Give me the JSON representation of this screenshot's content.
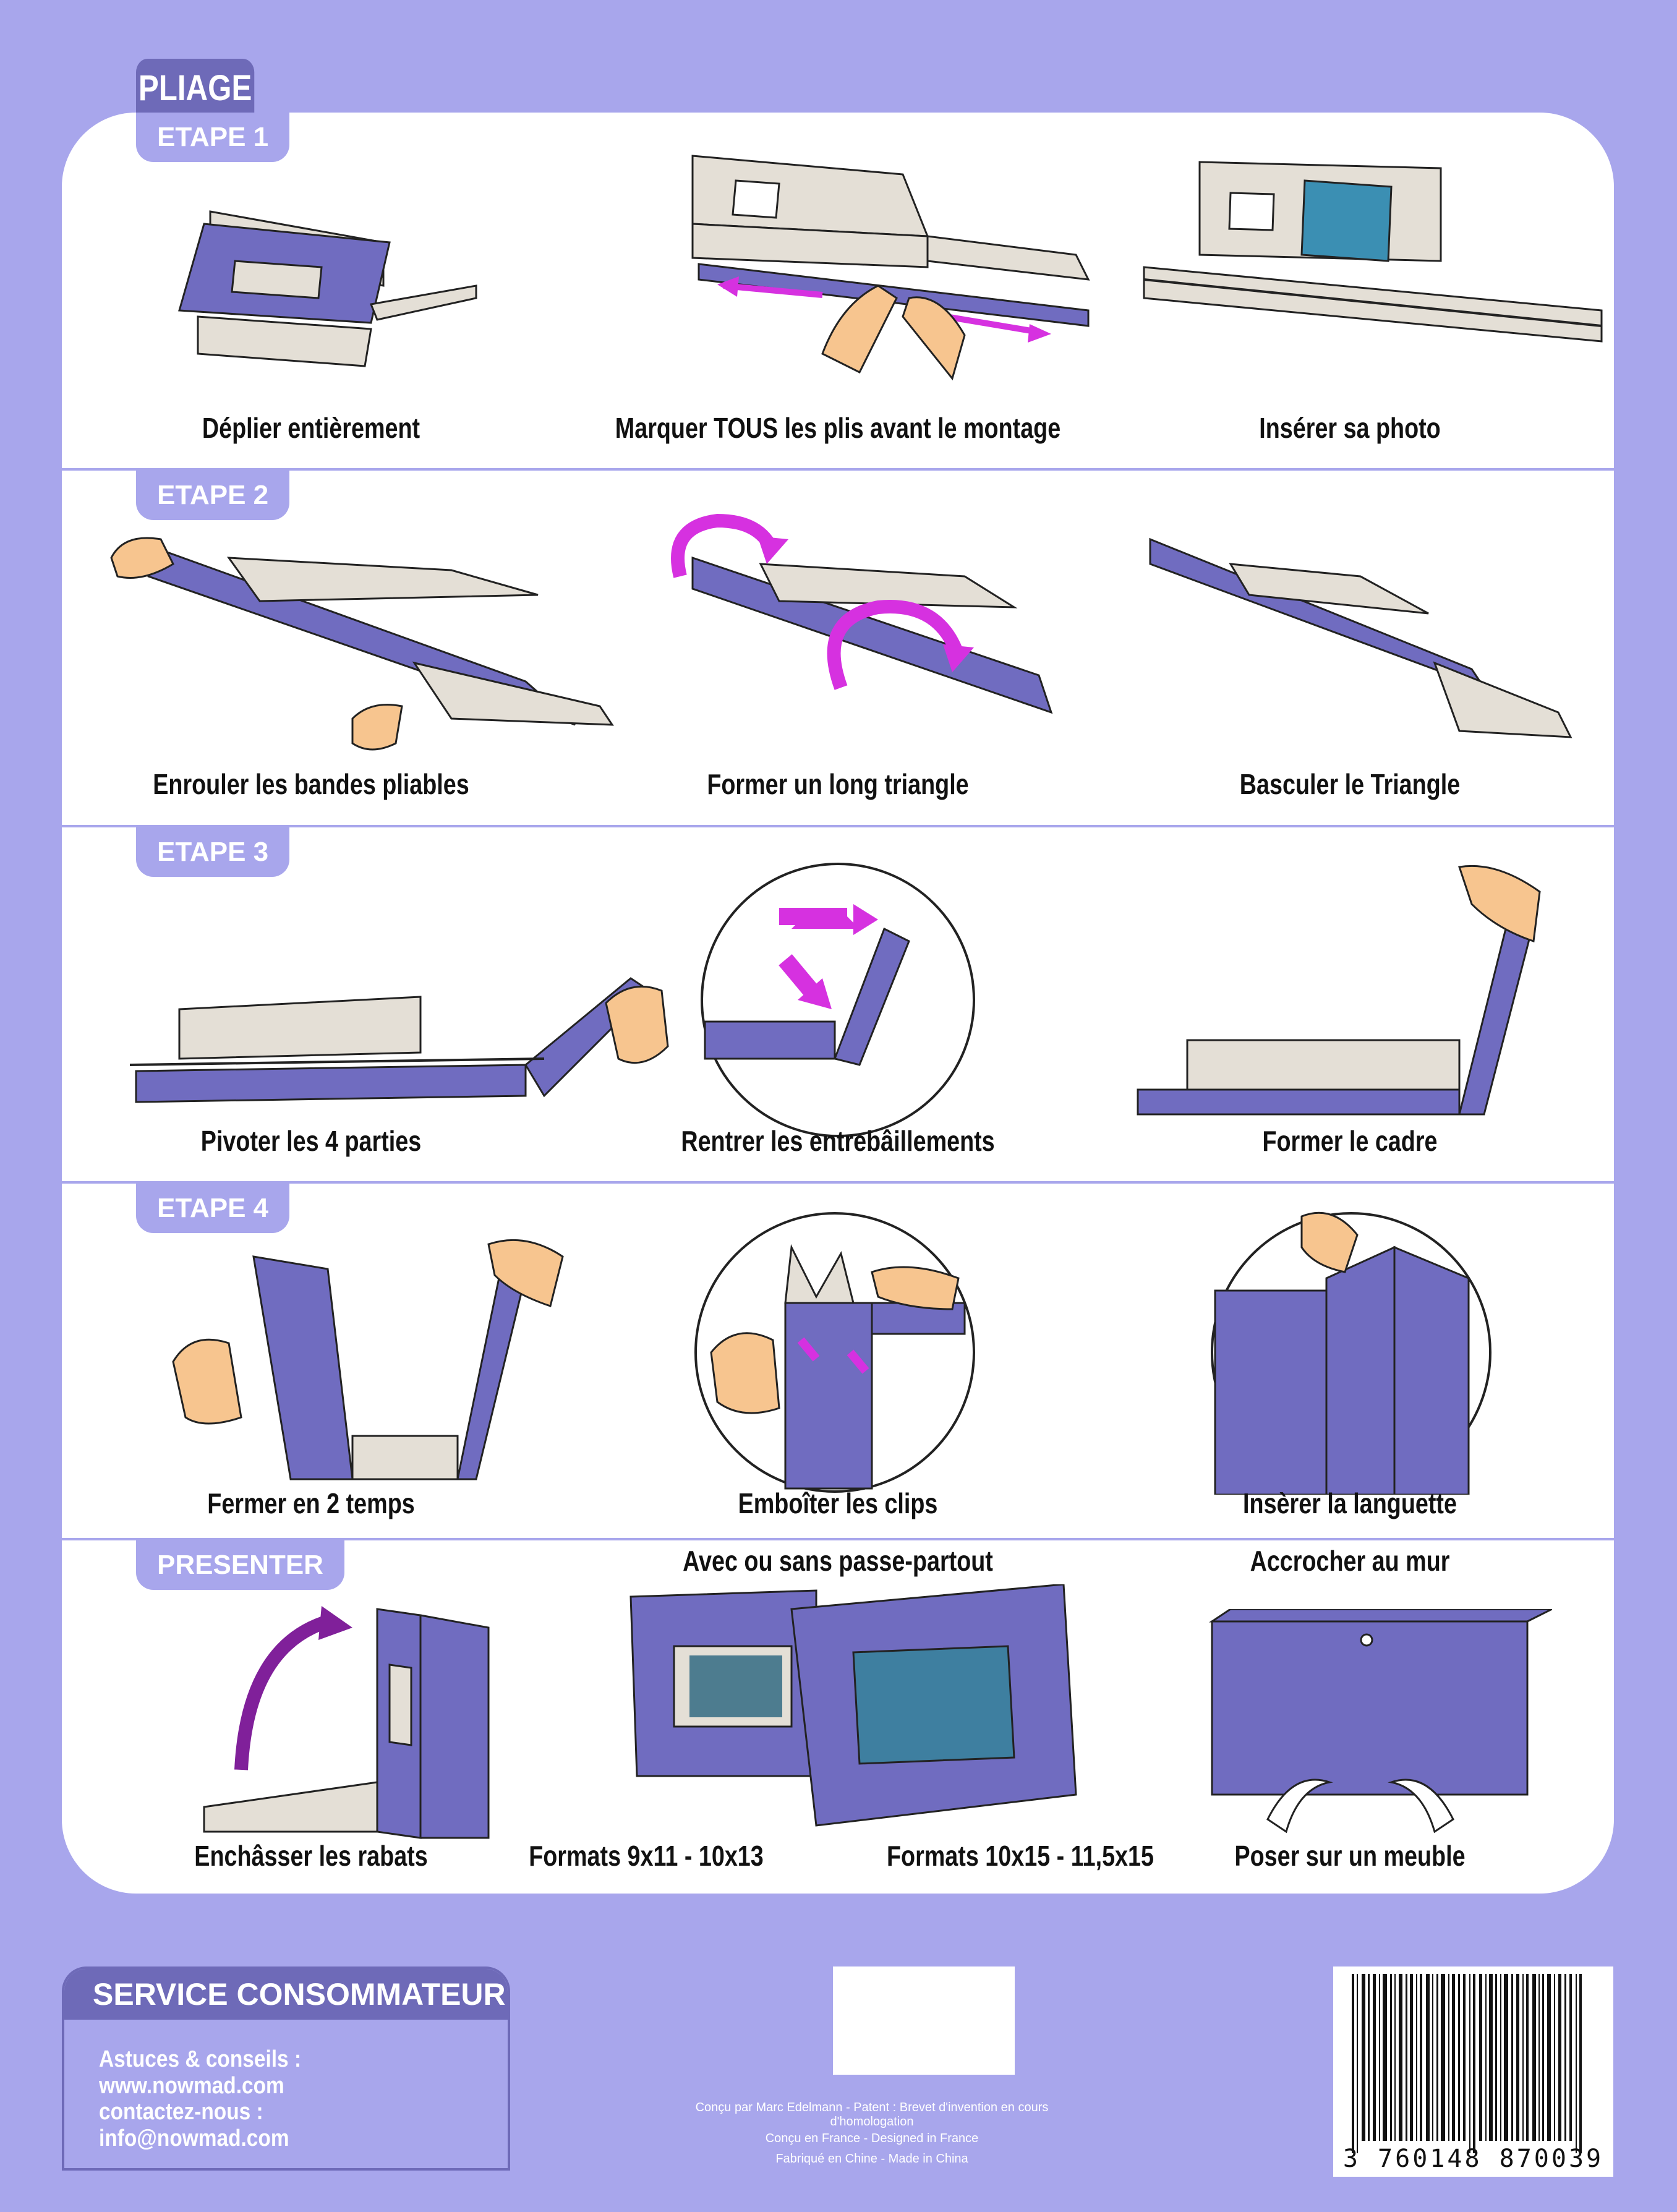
{
  "header": {
    "title": "PLIAGE"
  },
  "steps": [
    {
      "label": "ETAPE 1",
      "captions": [
        "Déplier entièrement",
        "Marquer TOUS les plis avant le montage",
        "Insérer sa photo"
      ]
    },
    {
      "label": "ETAPE 2",
      "captions": [
        "Enrouler les bandes pliables",
        "Former un long triangle",
        "Basculer le Triangle"
      ]
    },
    {
      "label": "ETAPE 3",
      "captions": [
        "Pivoter les 4 parties",
        "Rentrer  les entrebâillements",
        "Former le cadre"
      ]
    },
    {
      "label": "ETAPE 4",
      "captions": [
        "Fermer en 2 temps",
        "Emboîter les clips",
        "Insèrer la languette"
      ]
    },
    {
      "label": "PRESENTER",
      "captions": [
        "Enchâsser les rabats",
        "Formats 9x11 - 10x13",
        "Formats 10x15 - 11,5x15",
        "Poser sur un meuble"
      ],
      "top_captions": [
        "Avec ou sans passe-partout",
        "Accrocher au mur"
      ]
    }
  ],
  "service": {
    "title": "SERVICE CONSOMMATEUR",
    "tips": "Astuces & conseils : www.nowmad.com",
    "contact": "contactez-nous : info@nowmad.com"
  },
  "footer": {
    "patent": "Conçu  par Marc Edelmann - Patent :  Brevet d'invention en cours d'homologation",
    "designed": "Conçu en France - Designed in France",
    "made": "Fabriqué en Chine - Made in China"
  },
  "barcode": {
    "number": "3 760148 870039"
  },
  "colors": {
    "background": "#a8a6ec",
    "accent": "#6e6ab8",
    "frame": "#706cc0",
    "card": "#e4dfd6",
    "arrow": "#d631e0",
    "hand": "#f7c58f"
  }
}
